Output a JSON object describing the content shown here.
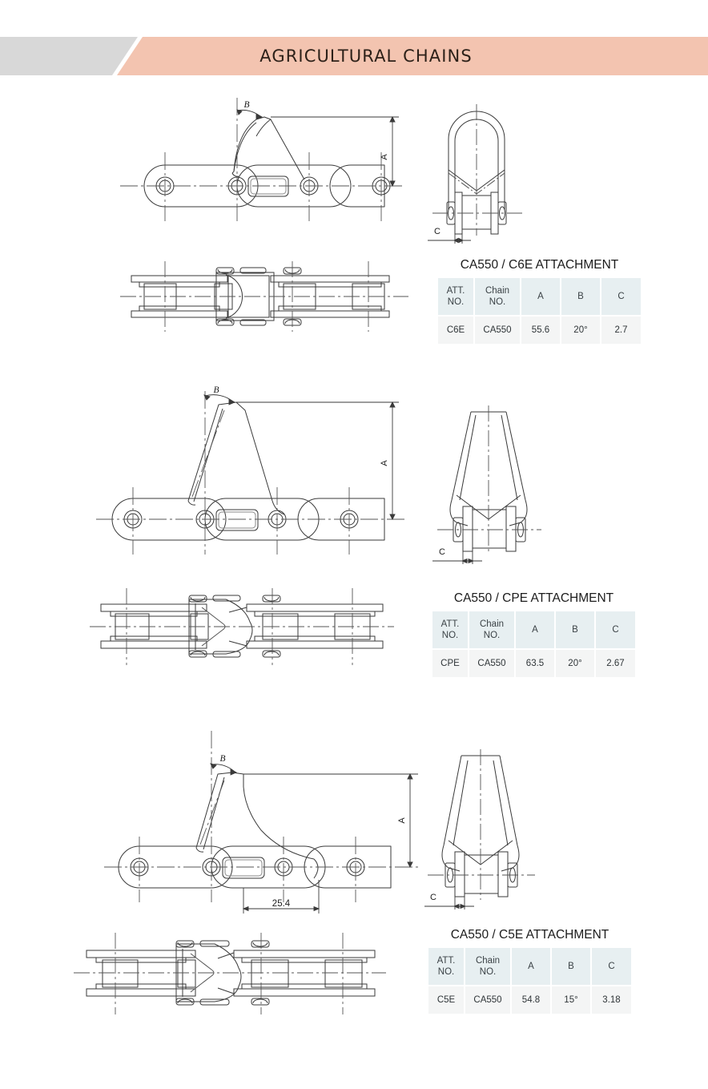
{
  "header": {
    "title": "AGRICULTURAL CHAINS",
    "banner_color": "#f3c4b0",
    "tab_color": "#d8d8d8",
    "text_color": "#2d2119"
  },
  "drawings": [
    {
      "id": "c6e",
      "labels": {
        "a": "A",
        "b": "B",
        "c": "C"
      },
      "views": [
        "front-elevation",
        "end-view",
        "plan-view"
      ]
    },
    {
      "id": "cpe",
      "labels": {
        "a": "A",
        "b": "B",
        "c": "C"
      },
      "views": [
        "front-elevation",
        "end-view",
        "plan-view"
      ]
    },
    {
      "id": "c5e",
      "labels": {
        "a": "A",
        "b": "B",
        "c": "C",
        "pitch": "25.4"
      },
      "views": [
        "front-elevation",
        "end-view",
        "plan-view"
      ]
    }
  ],
  "tables": [
    {
      "title": "CA550 / C6E ATTACHMENT",
      "headers": [
        "ATT. NO.",
        "Chain NO.",
        "A",
        "B",
        "C"
      ],
      "header_lines": [
        [
          "ATT.",
          "NO."
        ],
        [
          "Chain",
          "NO."
        ],
        [
          "A"
        ],
        [
          "B"
        ],
        [
          "C"
        ]
      ],
      "rows": [
        [
          "C6E",
          "CA550",
          "55.6",
          "20°",
          "2.7"
        ]
      ]
    },
    {
      "title": "CA550 / CPE ATTACHMENT",
      "headers": [
        "ATT. NO.",
        "Chain NO.",
        "A",
        "B",
        "C"
      ],
      "header_lines": [
        [
          "ATT.",
          "NO."
        ],
        [
          "Chain",
          "NO."
        ],
        [
          "A"
        ],
        [
          "B"
        ],
        [
          "C"
        ]
      ],
      "rows": [
        [
          "CPE",
          "CA550",
          "63.5",
          "20°",
          "2.67"
        ]
      ]
    },
    {
      "title": "CA550 / C5E ATTACHMENT",
      "headers": [
        "ATT. NO.",
        "Chain NO.",
        "A",
        "B",
        "C"
      ],
      "header_lines": [
        [
          "ATT.",
          "NO."
        ],
        [
          "Chain",
          "NO."
        ],
        [
          "A"
        ],
        [
          "B"
        ],
        [
          "C"
        ]
      ],
      "rows": [
        [
          "C5E",
          "CA550",
          "54.8",
          "15°",
          "3.18"
        ]
      ]
    }
  ],
  "style": {
    "line_color": "#3a3a3a",
    "thin_line": "#555555",
    "header_cell_bg": "#e7eff1",
    "data_cell_bg": "#f4f5f5"
  }
}
